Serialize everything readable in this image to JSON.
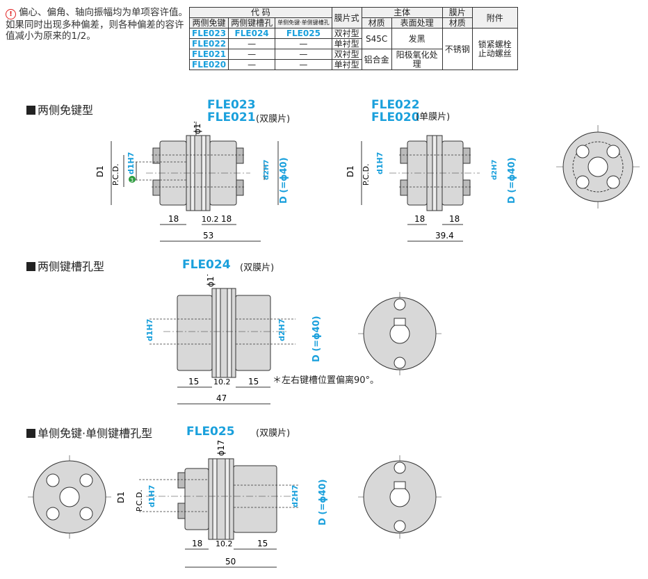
{
  "note": {
    "icon": "warning-circle-icon",
    "text": "偏心、偏角、轴向振幅均为单项容许值。如果同时出现多种偏差，则各种偏差的容许值减小为原来的1/2。"
  },
  "table": {
    "header_code": "代 码",
    "header_type": "膜片式",
    "header_body": "主体",
    "header_disc": "膜片",
    "header_acc": "附件",
    "sub_headers": [
      "两侧免键",
      "两侧键槽孔",
      "单侧免键·单侧键槽孔",
      "材质",
      "表面处理",
      "材质"
    ],
    "rows": [
      {
        "c1": "FLE023",
        "c2": "FLE024",
        "c3": "FLE025",
        "type": "双衬型"
      },
      {
        "c1": "FLE022",
        "c2": "—",
        "c3": "—",
        "type": "单衬型"
      },
      {
        "c1": "FLE021",
        "c2": "—",
        "c3": "—",
        "type": "双衬型"
      },
      {
        "c1": "FLE020",
        "c2": "—",
        "c3": "—",
        "type": "单衬型"
      }
    ],
    "mat1": "S45C",
    "surf1": "发黑",
    "mat2": "铝合金",
    "surf2": "阳极氧化处理",
    "disc_mat": "不锈钢",
    "accessory": "锁紧螺栓止动螺丝"
  },
  "sections": {
    "s1": "两侧免键型",
    "s2": "两侧键槽孔型",
    "s3": "单侧免键·单侧键槽孔型"
  },
  "codes": {
    "a1": "FLE023",
    "a2": "FLE021",
    "a_note": "(双膜片)",
    "b1": "FLE022",
    "b2": "FLE020",
    "b_note": "(单膜片)",
    "c1": "FLE024",
    "c_note": "(双膜片)",
    "d1": "FLE025",
    "d_note": "(双膜片)"
  },
  "dims": {
    "phi17": "ϕ17",
    "D1": "D1",
    "pcd": "P.C.D.",
    "d1": "d1H7",
    "d2": "d2H7",
    "D": "D (=ϕ40)",
    "a_l": "18",
    "a_m": "10.2",
    "a_r": "18",
    "a_tot": "53",
    "b_l": "18",
    "b_r": "18",
    "b_tot": "39.4",
    "c_l": "15",
    "c_m": "10.2",
    "c_r": "15",
    "c_tot": "47",
    "c_note": "＊左右键槽位置偏离90°。",
    "d_l": "18",
    "d_m": "10.2",
    "d_r": "15",
    "d_tot": "50"
  },
  "colors": {
    "accent": "#1aa0dc",
    "green": "#2a9a3c",
    "part": "#d8d8d8"
  }
}
